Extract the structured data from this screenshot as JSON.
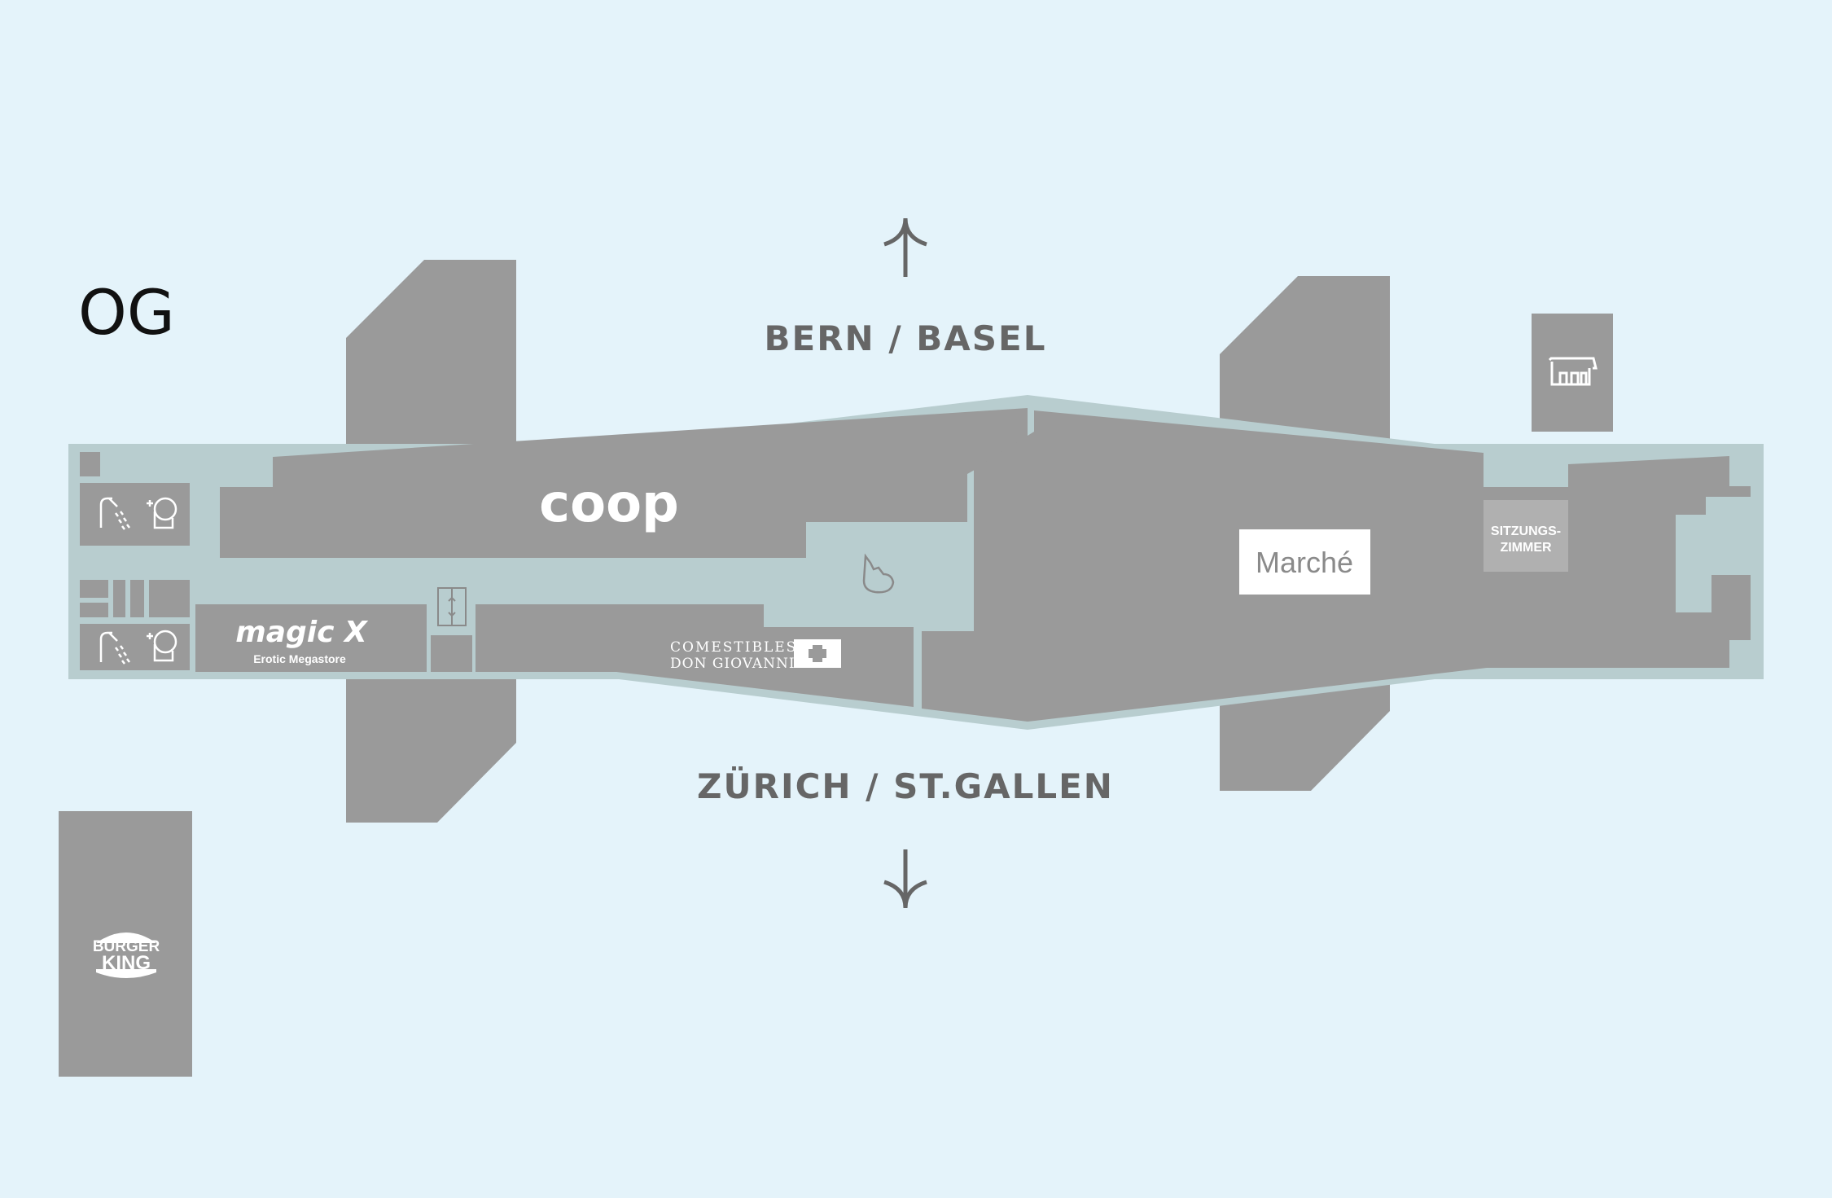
{
  "floor": {
    "label": "OG"
  },
  "directions": {
    "north": {
      "label": "BERN / BASEL",
      "icon": "arrow-up-icon"
    },
    "south": {
      "label": "ZÜRICH / ST.GALLEN",
      "icon": "arrow-down-icon"
    }
  },
  "stores": {
    "coop": {
      "logo_text": "coop"
    },
    "marche": {
      "logo_text": "Marché"
    },
    "magicx": {
      "logo_text": "magic X",
      "subtitle": "Erotic Megastore"
    },
    "comestibles": {
      "line1": "COMESTIBLES",
      "line2": "DON GIOVANNI",
      "icon": "swiss-cross-icon"
    },
    "sitzungszimmer": {
      "line1": "SITZUNGS-",
      "line2": "ZIMMER"
    },
    "burgerking": {
      "line1": "BURGER",
      "line2": "KING"
    }
  },
  "facilities": {
    "restroom_top": {
      "icons": [
        "shower-icon",
        "toilet-icon"
      ]
    },
    "restroom_bottom": {
      "icons": [
        "shower-icon",
        "toilet-icon"
      ]
    },
    "elevator": {
      "icon": "elevator-icon"
    },
    "stairs": {
      "icon": "escalator-icon"
    },
    "shelter": {
      "icon": "shelter-icon"
    }
  },
  "colors": {
    "background": "#e4f3fa",
    "corridor": "#b8cdcf",
    "store": "#9a9a9a",
    "label_text": "#666666",
    "meeting_room": "#b0b0b0"
  }
}
